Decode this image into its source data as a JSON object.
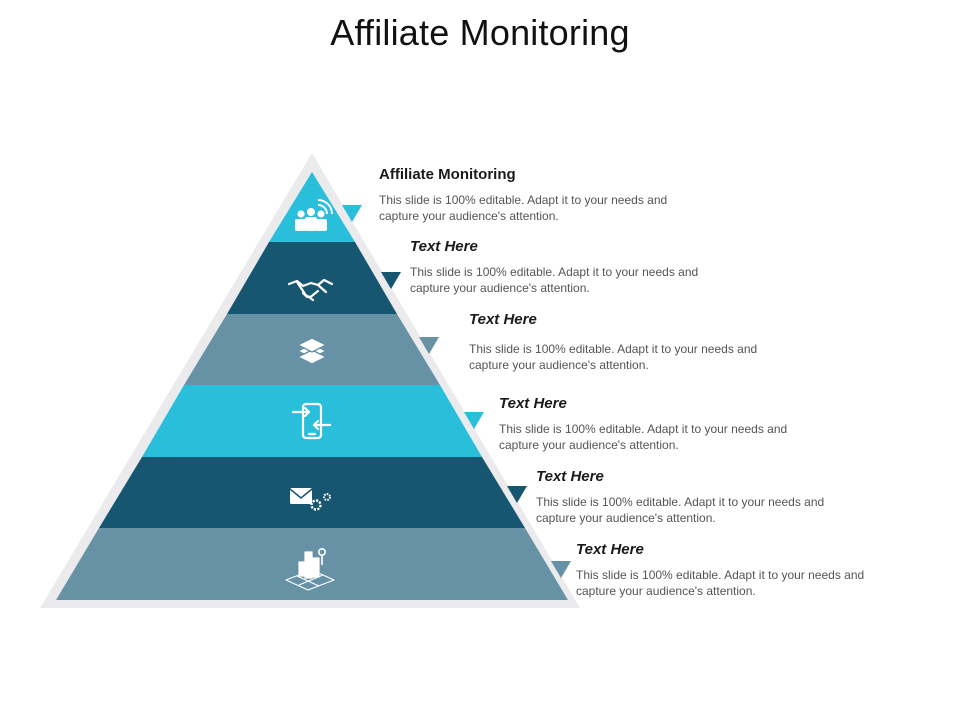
{
  "page": {
    "title": "Affiliate Monitoring"
  },
  "colors": {
    "cyan": "#29bfdb",
    "navy": "#175670",
    "slate": "#6792a5",
    "frame": "#ebebed"
  },
  "levels": [
    {
      "icon": "users-broadcast-icon",
      "color": "#29bfdb",
      "title": "Affiliate Monitoring",
      "text": "This slide is 100% editable. Adapt it to your needs and capture your audience's attention."
    },
    {
      "icon": "handshake-icon",
      "color": "#175670",
      "title": "Text Here",
      "text": "This slide is 100% editable. Adapt it to your needs and capture your audience's attention."
    },
    {
      "icon": "layers-icon",
      "color": "#6792a5",
      "title": "Text Here",
      "text": "This slide is 100% editable. Adapt it to your needs and capture your audience's attention."
    },
    {
      "icon": "mobile-transfer-icon",
      "color": "#29bfdb",
      "title": "Text Here",
      "text": "This slide is 100% editable. Adapt it to your needs and capture your audience's attention."
    },
    {
      "icon": "mail-settings-icon",
      "color": "#175670",
      "title": "Text Here",
      "text": "This slide is 100% editable. Adapt it to your needs and capture your audience's attention."
    },
    {
      "icon": "city-location-icon",
      "color": "#6792a5",
      "title": "Text Here",
      "text": "This slide is 100% editable. Adapt it to your needs and capture your audience's attention."
    }
  ]
}
